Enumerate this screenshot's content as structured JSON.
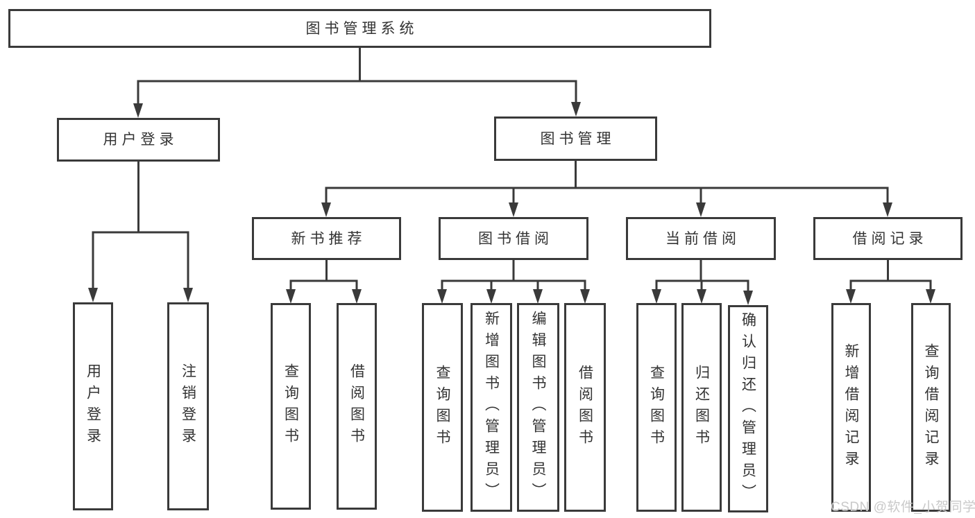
{
  "diagram": {
    "root": {
      "label": "图书管理系统"
    },
    "branches": [
      {
        "label": "用户登录",
        "children": [
          {
            "label": "用户登录"
          },
          {
            "label": "注销登录"
          }
        ]
      },
      {
        "label": "图书管理",
        "children": [
          {
            "label": "新书推荐",
            "children": [
              {
                "label": "查询图书"
              },
              {
                "label": "借阅图书"
              }
            ]
          },
          {
            "label": "图书借阅",
            "children": [
              {
                "label": "查询图书"
              },
              {
                "label": "新增图书（管理员）"
              },
              {
                "label": "编辑图书（管理员）"
              },
              {
                "label": "借阅图书"
              }
            ]
          },
          {
            "label": "当前借阅",
            "children": [
              {
                "label": "查询图书"
              },
              {
                "label": "归还图书"
              },
              {
                "label": "确认归还（管理员）"
              }
            ]
          },
          {
            "label": "借阅记录",
            "children": [
              {
                "label": "新增借阅记录"
              },
              {
                "label": "查询借阅记录"
              }
            ]
          }
        ]
      }
    ],
    "watermark": "CSDN @软件_小贺同学"
  },
  "colors": {
    "line": "#3a3a3a",
    "box_border": "#3a3a3a",
    "text": "#333333",
    "watermark": "#c9c9c9",
    "background": "#ffffff"
  }
}
